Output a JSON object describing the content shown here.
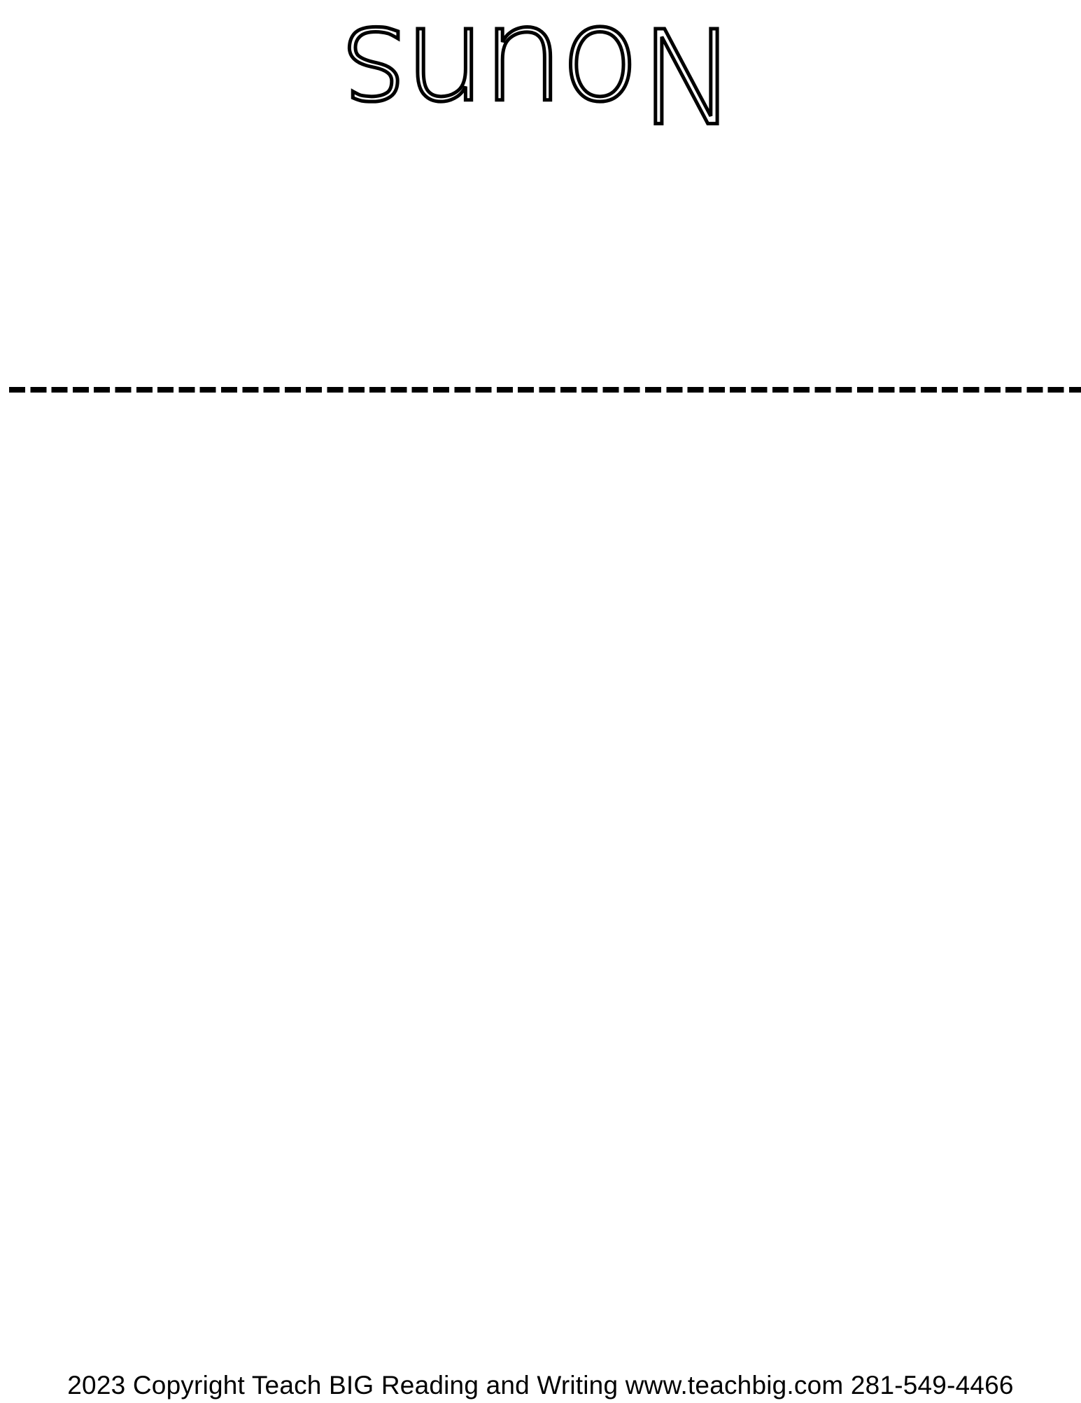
{
  "page": {
    "title": "Nouns",
    "title_orientation": "upside-down",
    "divider": "dashed-line",
    "footer": {
      "copyright": "2023 Copyright Teach BIG Reading and Writing",
      "website": "www.teachbig.com",
      "phone": "281-549-4466"
    }
  },
  "colors": {
    "ink": "#000000",
    "paper": "#ffffff"
  }
}
